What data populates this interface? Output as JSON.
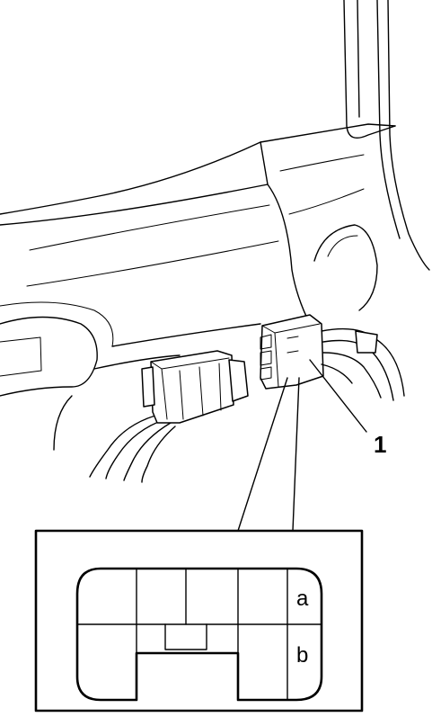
{
  "callout": {
    "number": "1"
  },
  "detail": {
    "pin_a": "a",
    "pin_b": "b"
  }
}
